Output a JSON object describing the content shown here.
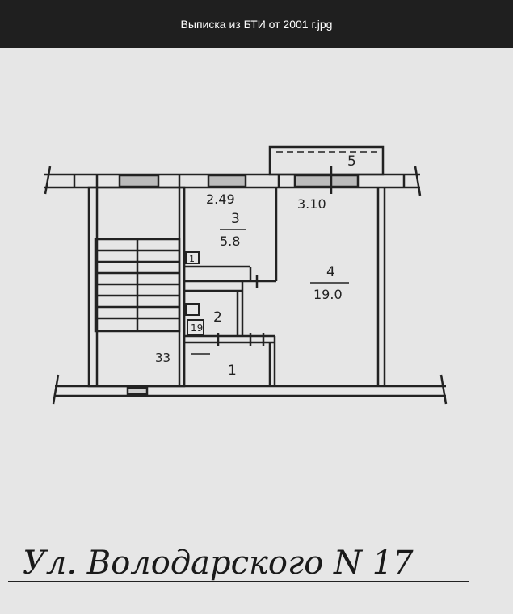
{
  "window": {
    "title": "Выписка из БТИ от 2001 г.jpg"
  },
  "plan": {
    "rooms": [
      {
        "number": "1",
        "area": ""
      },
      {
        "number": "2",
        "area": ""
      },
      {
        "number": "3",
        "area": "5.8"
      },
      {
        "number": "4",
        "area": "19.0"
      },
      {
        "number": "5",
        "area": ""
      }
    ],
    "labels": {
      "window_2_49": "2.49",
      "window_3_10": "3.10",
      "label_33": "33",
      "small_1": "1",
      "small_19": "19"
    },
    "street_caption": "Ул. Володарского N 17"
  },
  "colors": {
    "paper": "#e6e6e6",
    "ink": "#222222"
  }
}
